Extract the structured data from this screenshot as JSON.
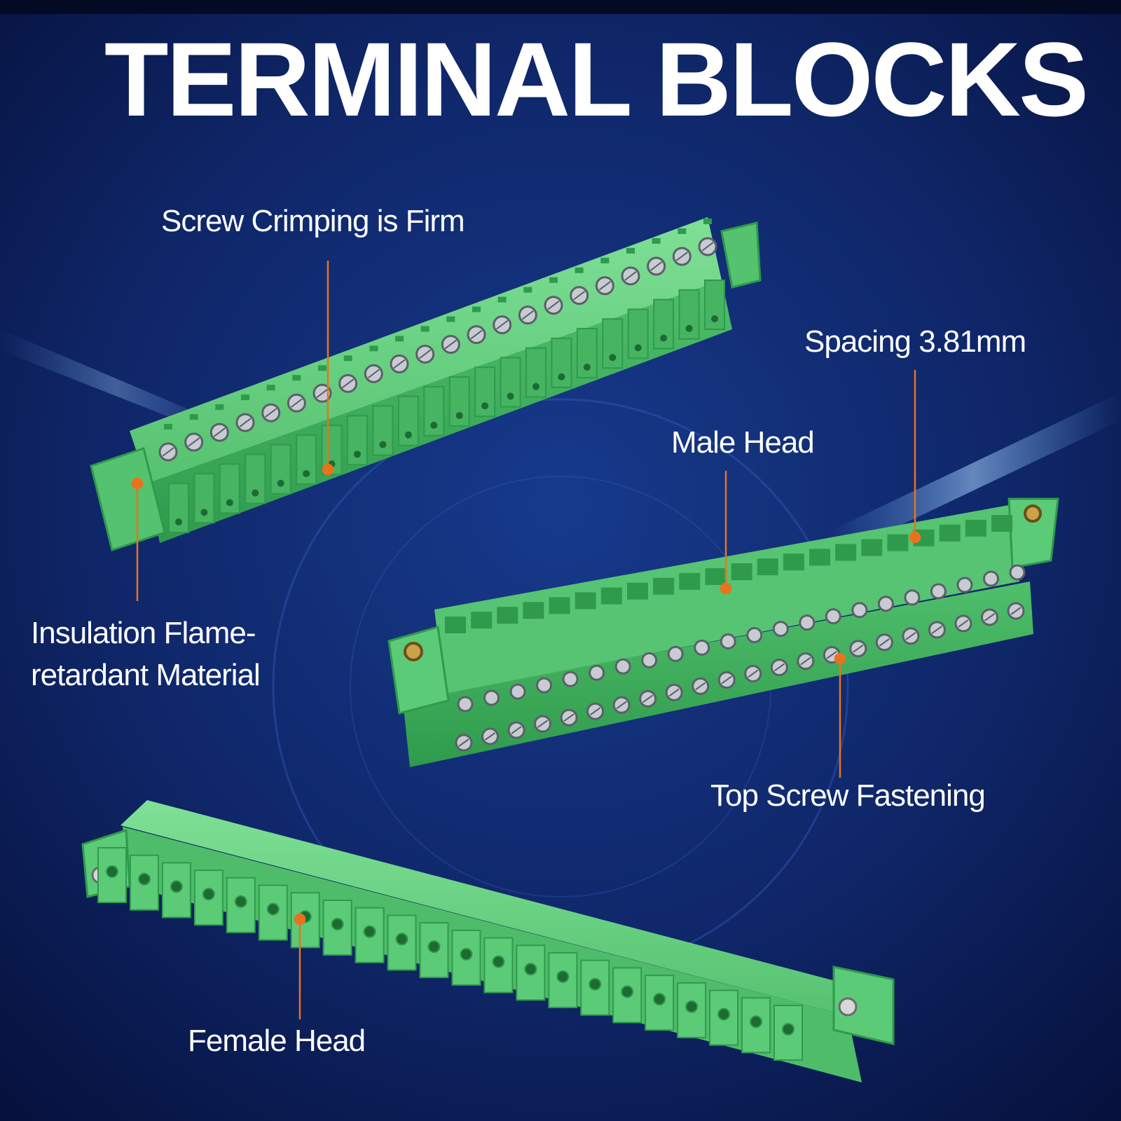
{
  "title": "TERMINAL BLOCKS",
  "callouts": {
    "screw_crimping": "Screw Crimping is Firm",
    "spacing": "Spacing 3.81mm",
    "male_head": "Male Head",
    "insulation_line1": "Insulation Flame-",
    "insulation_line2": "retardant Material",
    "top_screw": "Top Screw Fastening",
    "female_head": "Female Head"
  },
  "colors": {
    "background": "#0b1a4a",
    "connector_green": "#5dc878",
    "connector_shadow": "#2f9a4c",
    "leader_line": "#e8731e",
    "text": "#ffffff"
  }
}
